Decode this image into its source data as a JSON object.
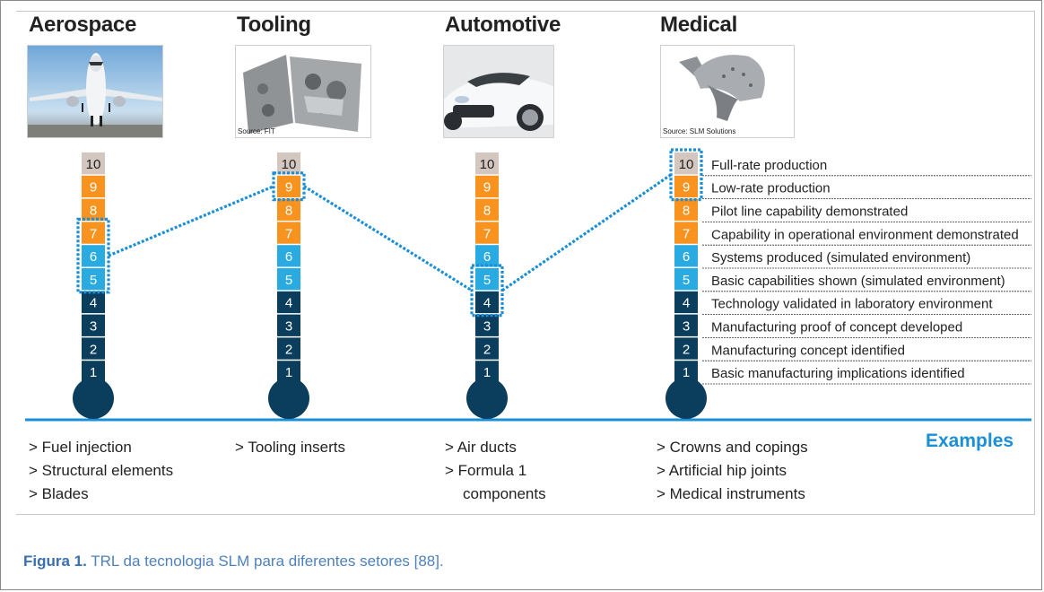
{
  "sectors": [
    {
      "name": "Aerospace",
      "trl": [
        5,
        7
      ],
      "photo_source": "",
      "photo_icon": "airplane-photo",
      "examples": [
        "> Fuel injection",
        "> Structural elements",
        "> Blades"
      ]
    },
    {
      "name": "Tooling",
      "trl": [
        9,
        9
      ],
      "photo_source": "Source: FIT",
      "photo_icon": "mold-tool-photo",
      "examples": [
        "> Tooling inserts"
      ]
    },
    {
      "name": "Automotive",
      "trl": [
        4,
        5
      ],
      "photo_source": "",
      "photo_icon": "sports-car-photo",
      "examples": [
        "> Air ducts",
        "> Formula 1",
        "components"
      ]
    },
    {
      "name": "Medical",
      "trl": [
        9,
        10
      ],
      "photo_source": "Source: SLM Solutions",
      "photo_icon": "implant-photo",
      "examples": [
        "> Crowns and copings",
        "> Artificial hip joints",
        "> Medical instruments"
      ]
    }
  ],
  "levels": [
    "1",
    "2",
    "3",
    "4",
    "5",
    "6",
    "7",
    "8",
    "9",
    "10"
  ],
  "level_descriptions": [
    "Basic manufacturing implications identified",
    "Manufacturing concept identified",
    "Manufacturing proof of concept developed",
    "Technology validated in laboratory environment",
    "Basic capabilities shown (simulated environment)",
    "Systems produced (simulated environment)",
    "Capability in operational environment demonstrated",
    "Pilot line capability demonstrated",
    "Low-rate production",
    "Full-rate production"
  ],
  "colors": {
    "dark": "#0b3d5c",
    "blue": "#29abe2",
    "orange": "#f7931e",
    "gray": "#d3c7c0",
    "accent": "#1a8fd6",
    "caption": "#4f81bd"
  },
  "examples_label": "Examples",
  "caption": {
    "label": "Figura 1.",
    "text": " TRL da tecnologia SLM para diferentes setores [88]."
  }
}
